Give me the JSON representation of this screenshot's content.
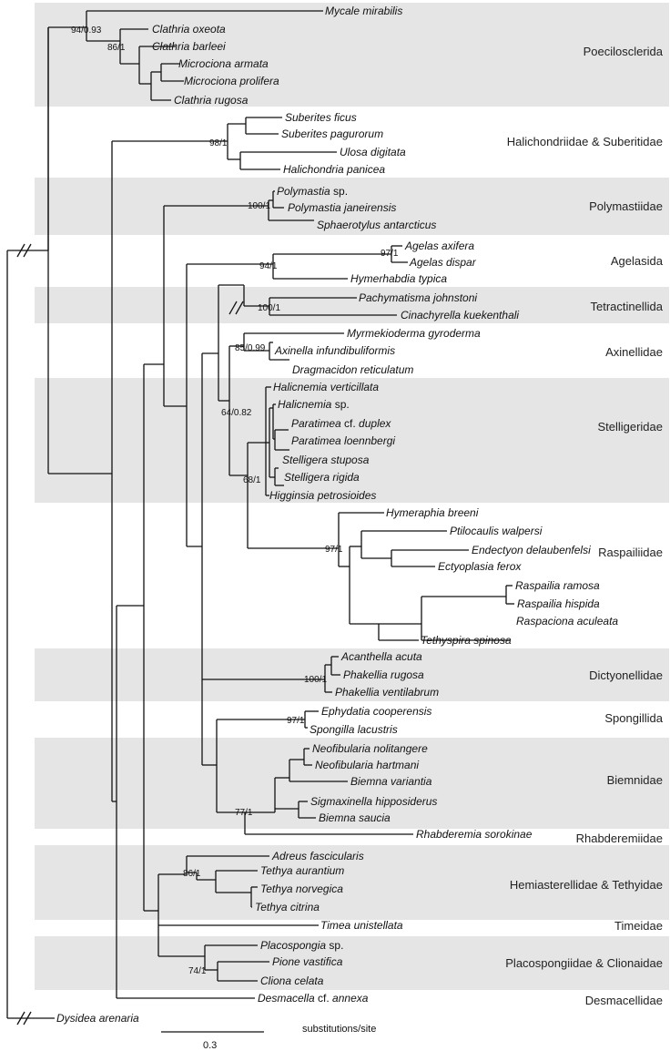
{
  "groups": [
    {
      "id": "g0",
      "label": "Poecilosclerida",
      "shaded": true
    },
    {
      "id": "g1",
      "label": "Halichondriidae & Suberitidae",
      "shaded": false
    },
    {
      "id": "g2",
      "label": "Polymastiidae",
      "shaded": true
    },
    {
      "id": "g3",
      "label": "Agelasida",
      "shaded": false
    },
    {
      "id": "g4",
      "label": "Tetractinellida",
      "shaded": true
    },
    {
      "id": "g5",
      "label": "Axinellidae",
      "shaded": false
    },
    {
      "id": "g6",
      "label": "Stelligeridae",
      "shaded": true
    },
    {
      "id": "g7",
      "label": "Raspailiidae",
      "shaded": false
    },
    {
      "id": "g8",
      "label": "Dictyonellidae",
      "shaded": true
    },
    {
      "id": "g9",
      "label": "Spongillida",
      "shaded": false
    },
    {
      "id": "g10",
      "label": "Biemnidae",
      "shaded": true
    },
    {
      "id": "g11",
      "label": "Rhabderemiidae",
      "shaded": false
    },
    {
      "id": "g12",
      "label": "Hemiasterellidae & Tethyidae",
      "shaded": true
    },
    {
      "id": "g13",
      "label": "Timeidae",
      "shaded": false
    },
    {
      "id": "g14",
      "label": "Placospongiidae & Clionaidae",
      "shaded": true
    },
    {
      "id": "g15",
      "label": "Desmacellidae",
      "shaded": false
    }
  ],
  "taxa": [
    {
      "id": "t1",
      "parts": [
        {
          "t": "Mycale mirabilis",
          "i": true
        }
      ]
    },
    {
      "id": "t2",
      "parts": [
        {
          "t": "Clathria oxeota",
          "i": true
        }
      ]
    },
    {
      "id": "t3",
      "parts": [
        {
          "t": "Clathria barleei",
          "i": true
        }
      ]
    },
    {
      "id": "t4",
      "parts": [
        {
          "t": "Microciona armata",
          "i": true
        }
      ]
    },
    {
      "id": "t5",
      "parts": [
        {
          "t": "Microciona prolifera",
          "i": true
        }
      ]
    },
    {
      "id": "t6",
      "parts": [
        {
          "t": "Clathria rugosa",
          "i": true
        }
      ]
    },
    {
      "id": "t7",
      "parts": [
        {
          "t": "Suberites ficus",
          "i": true
        }
      ]
    },
    {
      "id": "t8",
      "parts": [
        {
          "t": "Suberites pagurorum",
          "i": true
        }
      ]
    },
    {
      "id": "t9",
      "parts": [
        {
          "t": "Ulosa digitata",
          "i": true
        }
      ]
    },
    {
      "id": "t10",
      "parts": [
        {
          "t": "Halichondria panicea",
          "i": true
        }
      ]
    },
    {
      "id": "t11",
      "parts": [
        {
          "t": "Polymastia",
          "i": true
        },
        {
          "t": " sp.",
          "i": false
        }
      ]
    },
    {
      "id": "t12",
      "parts": [
        {
          "t": "Polymastia janeirensis",
          "i": true
        }
      ]
    },
    {
      "id": "t13",
      "parts": [
        {
          "t": "Sphaerotylus antarcticus",
          "i": true
        }
      ]
    },
    {
      "id": "t14",
      "parts": [
        {
          "t": "Agelas axifera",
          "i": true
        }
      ]
    },
    {
      "id": "t15",
      "parts": [
        {
          "t": "Agelas dispar",
          "i": true
        }
      ]
    },
    {
      "id": "t16",
      "parts": [
        {
          "t": "Hymerhabdia typica",
          "i": true
        }
      ]
    },
    {
      "id": "t17",
      "parts": [
        {
          "t": "Pachymatisma johnstoni",
          "i": true
        }
      ]
    },
    {
      "id": "t18",
      "parts": [
        {
          "t": "Cinachyrella kuekenthali",
          "i": true
        }
      ]
    },
    {
      "id": "t19",
      "parts": [
        {
          "t": "Myrmekioderma gyroderma",
          "i": true
        }
      ]
    },
    {
      "id": "t20",
      "parts": [
        {
          "t": "Axinella infundibuliformis",
          "i": true
        }
      ]
    },
    {
      "id": "t21",
      "parts": [
        {
          "t": "Dragmacidon reticulatum",
          "i": true
        }
      ]
    },
    {
      "id": "t22",
      "parts": [
        {
          "t": "Halicnemia verticillata",
          "i": true
        }
      ]
    },
    {
      "id": "t23",
      "parts": [
        {
          "t": "Halicnemia",
          "i": true
        },
        {
          "t": " sp.",
          "i": false
        }
      ]
    },
    {
      "id": "t24",
      "parts": [
        {
          "t": "Paratimea",
          "i": true
        },
        {
          "t": " cf. ",
          "i": false
        },
        {
          "t": "duplex",
          "i": true
        }
      ]
    },
    {
      "id": "t25",
      "parts": [
        {
          "t": "Paratimea loennbergi",
          "i": true
        }
      ]
    },
    {
      "id": "t26",
      "parts": [
        {
          "t": "Stelligera stuposa",
          "i": true
        }
      ]
    },
    {
      "id": "t27",
      "parts": [
        {
          "t": "Stelligera rigida",
          "i": true
        }
      ]
    },
    {
      "id": "t28",
      "parts": [
        {
          "t": "Higginsia petrosioides",
          "i": true
        }
      ]
    },
    {
      "id": "t29",
      "parts": [
        {
          "t": "Hymeraphia breeni",
          "i": true
        }
      ]
    },
    {
      "id": "t30",
      "parts": [
        {
          "t": "Ptilocaulis walpersi",
          "i": true
        }
      ]
    },
    {
      "id": "t31",
      "parts": [
        {
          "t": "Endectyon delaubenfelsi",
          "i": true
        }
      ]
    },
    {
      "id": "t32",
      "parts": [
        {
          "t": "Ectyoplasia ferox",
          "i": true
        }
      ]
    },
    {
      "id": "t33",
      "parts": [
        {
          "t": "Raspailia ramosa",
          "i": true
        }
      ]
    },
    {
      "id": "t34",
      "parts": [
        {
          "t": "Raspailia hispida",
          "i": true
        }
      ]
    },
    {
      "id": "t35",
      "parts": [
        {
          "t": "Raspaciona aculeata",
          "i": true
        }
      ]
    },
    {
      "id": "t36",
      "parts": [
        {
          "t": "Tethyspira spinosa",
          "i": true
        }
      ]
    },
    {
      "id": "t37",
      "parts": [
        {
          "t": "Acanthella acuta",
          "i": true
        }
      ]
    },
    {
      "id": "t38",
      "parts": [
        {
          "t": "Phakellia rugosa",
          "i": true
        }
      ]
    },
    {
      "id": "t39",
      "parts": [
        {
          "t": "Phakellia ventilabrum",
          "i": true
        }
      ]
    },
    {
      "id": "t40",
      "parts": [
        {
          "t": "Ephydatia cooperensis",
          "i": true
        }
      ]
    },
    {
      "id": "t41",
      "parts": [
        {
          "t": "Spongilla lacustris",
          "i": true
        }
      ]
    },
    {
      "id": "t42",
      "parts": [
        {
          "t": "Neofibularia nolitangere",
          "i": true
        }
      ]
    },
    {
      "id": "t43",
      "parts": [
        {
          "t": "Neofibularia hartmani",
          "i": true
        }
      ]
    },
    {
      "id": "t44",
      "parts": [
        {
          "t": "Biemna variantia",
          "i": true
        }
      ]
    },
    {
      "id": "t45",
      "parts": [
        {
          "t": "Sigmaxinella hipposiderus",
          "i": true
        }
      ]
    },
    {
      "id": "t46",
      "parts": [
        {
          "t": "Biemna saucia",
          "i": true
        }
      ]
    },
    {
      "id": "t47",
      "parts": [
        {
          "t": "Rhabderemia sorokinae",
          "i": true
        }
      ]
    },
    {
      "id": "t48",
      "parts": [
        {
          "t": "Adreus fascicularis",
          "i": true
        }
      ]
    },
    {
      "id": "t49",
      "parts": [
        {
          "t": "Tethya aurantium",
          "i": true
        }
      ]
    },
    {
      "id": "t50",
      "parts": [
        {
          "t": "Tethya norvegica",
          "i": true
        }
      ]
    },
    {
      "id": "t51",
      "parts": [
        {
          "t": "Tethya citrina",
          "i": true
        }
      ]
    },
    {
      "id": "t52",
      "parts": [
        {
          "t": "Timea unistellata",
          "i": true
        }
      ]
    },
    {
      "id": "t53",
      "parts": [
        {
          "t": "Placospongia",
          "i": true
        },
        {
          "t": " sp.",
          "i": false
        }
      ]
    },
    {
      "id": "t54",
      "parts": [
        {
          "t": "Pione vastifica",
          "i": true
        }
      ]
    },
    {
      "id": "t55",
      "parts": [
        {
          "t": "Cliona celata",
          "i": true
        }
      ]
    },
    {
      "id": "t56",
      "parts": [
        {
          "t": "Desmacella",
          "i": true
        },
        {
          "t": " cf. ",
          "i": false
        },
        {
          "t": "annexa",
          "i": true
        }
      ]
    },
    {
      "id": "t57",
      "parts": [
        {
          "t": "Dysidea arenaria",
          "i": true
        }
      ]
    }
  ],
  "support_values": [
    {
      "id": "s1",
      "text": "94/0.93"
    },
    {
      "id": "s2",
      "text": "86/1"
    },
    {
      "id": "s3",
      "text": "98/1"
    },
    {
      "id": "s4",
      "text": "100/1"
    },
    {
      "id": "s5",
      "text": "97/1"
    },
    {
      "id": "s6",
      "text": "94/1"
    },
    {
      "id": "s7",
      "text": "100/1"
    },
    {
      "id": "s8",
      "text": "85/0.99"
    },
    {
      "id": "s9",
      "text": "64/0.82"
    },
    {
      "id": "s10",
      "text": "68/1"
    },
    {
      "id": "s11",
      "text": "97/1"
    },
    {
      "id": "s12",
      "text": "100/1"
    },
    {
      "id": "s13",
      "text": "97/1"
    },
    {
      "id": "s14",
      "text": "77/1"
    },
    {
      "id": "s15",
      "text": "86/1"
    },
    {
      "id": "s16",
      "text": "74/1"
    }
  ],
  "scale_bar": {
    "value": "0.3",
    "unit_label": "substitutions/site"
  },
  "colors": {
    "band": "#e5e5e5",
    "line": "#111111"
  }
}
